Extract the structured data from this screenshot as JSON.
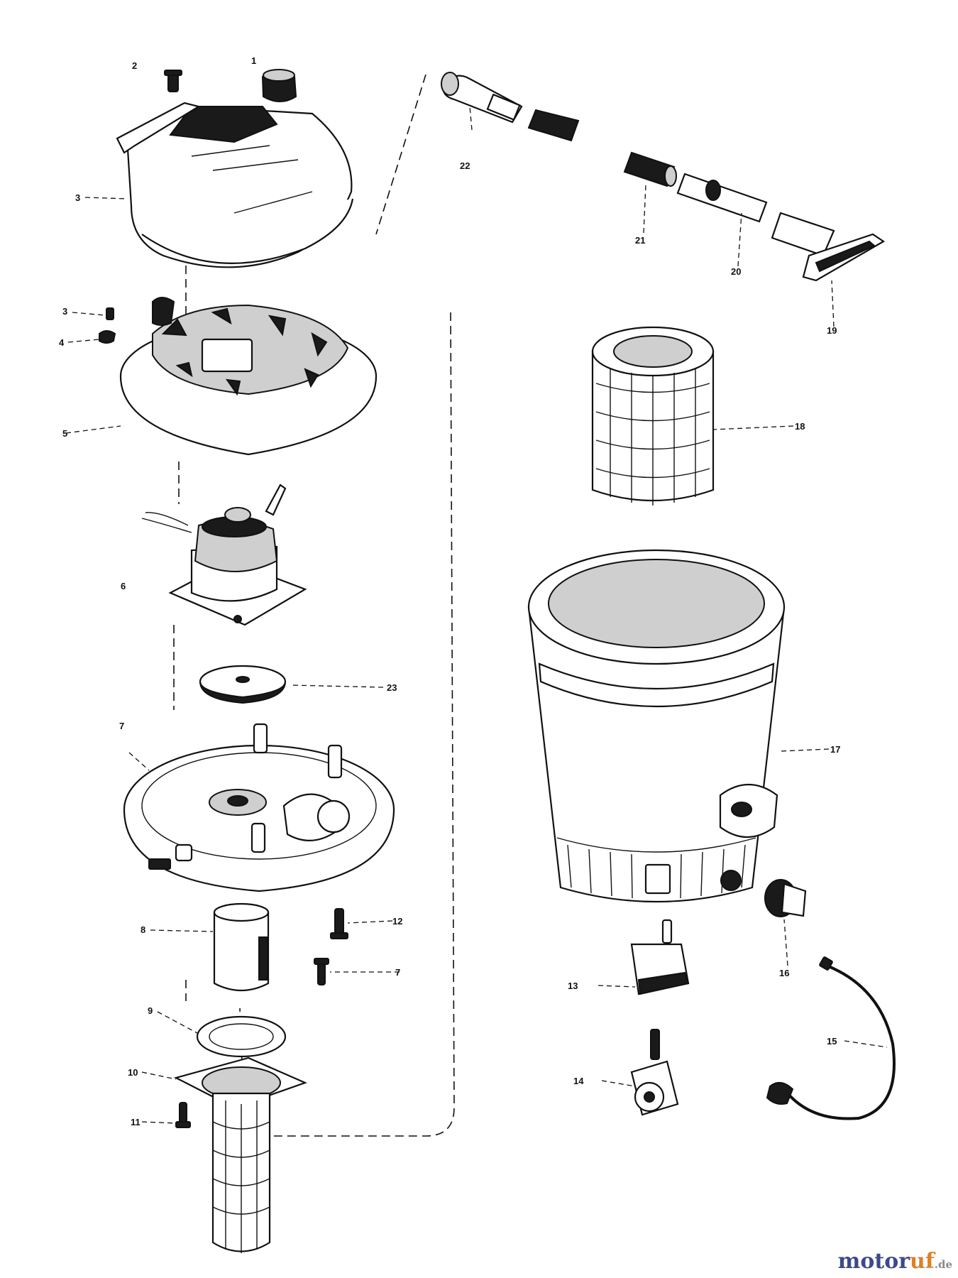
{
  "labels": {
    "p1": "1",
    "p2": "2",
    "p3": "3",
    "p3b": "3",
    "p4": "4",
    "p5": "5",
    "p6": "6",
    "p7": "7",
    "p7b": "7",
    "p8": "8",
    "p9": "9",
    "p10": "10",
    "p11": "11",
    "p12": "12",
    "p13": "13",
    "p14": "14",
    "p15": "15",
    "p16": "16",
    "p17": "17",
    "p18": "18",
    "p19": "19",
    "p20": "20",
    "p21": "21",
    "p22": "22",
    "p23": "23"
  },
  "watermark": {
    "main": "motor",
    "accent": "uf",
    "tld": ".de"
  }
}
